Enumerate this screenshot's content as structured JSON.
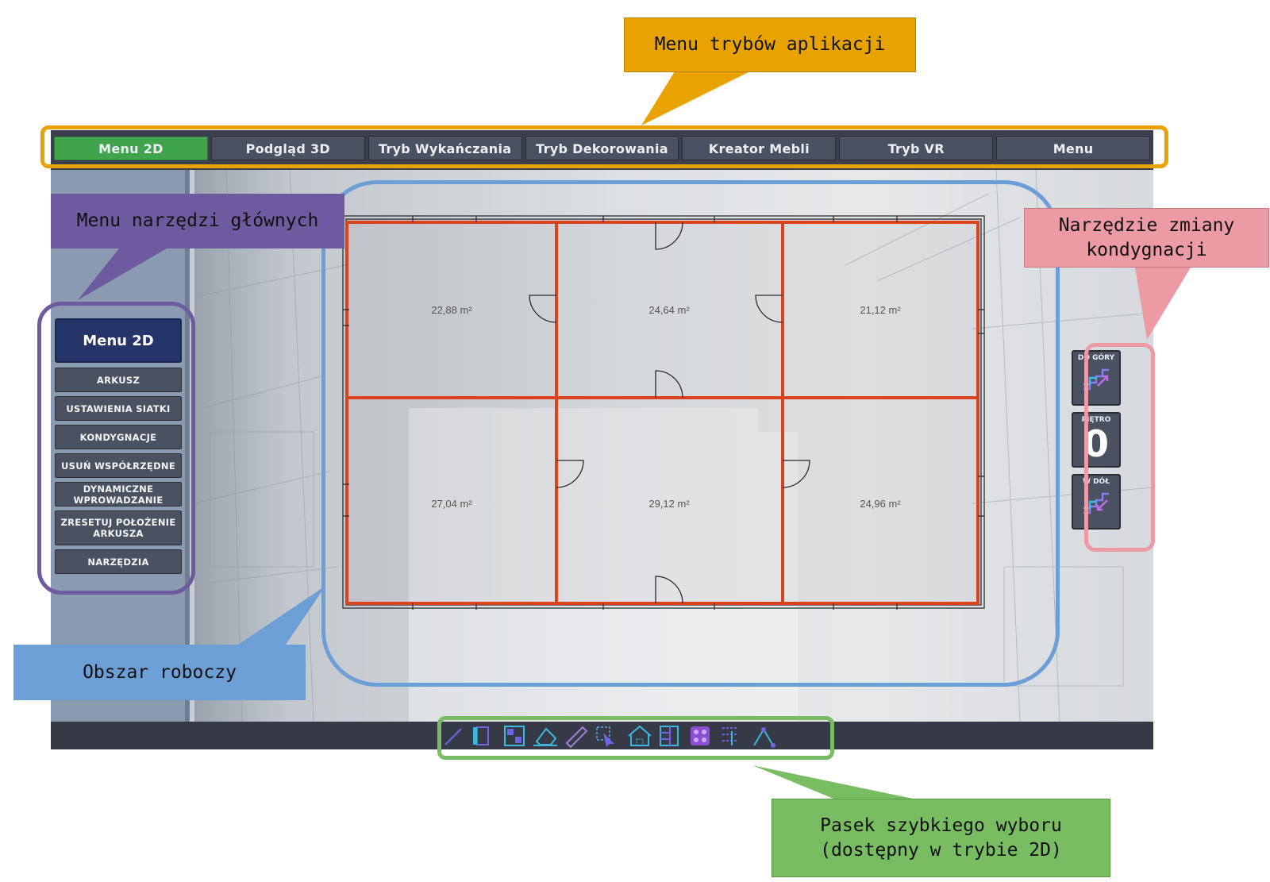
{
  "mode_menu": {
    "items": [
      "Menu 2D",
      "Podgląd 3D",
      "Tryb Wykańczania",
      "Tryb Dekorowania",
      "Kreator Mebli",
      "Tryb VR",
      "Menu"
    ],
    "active_index": 0
  },
  "main_menu": {
    "title": "Menu 2D",
    "items": [
      "Arkusz",
      "Ustawienia siatki",
      "Kondygnacje",
      "Usuń współrzędne",
      "Dynamiczne wprowadzanie",
      "Zresetuj położenie arkusza",
      "Narzędzia"
    ]
  },
  "floor_plan": {
    "rooms": [
      "22,88 m²",
      "24,64 m²",
      "21,12 m²",
      "27,04 m²",
      "29,12 m²",
      "24,96 m²"
    ]
  },
  "floor_tool": {
    "up_label": "Do góry",
    "floor_label": "Piętro",
    "floor_value": "0",
    "down_label": "W dół"
  },
  "quick_bar": {
    "icons": [
      "line-icon",
      "door-icon",
      "window-icon",
      "eraser-icon",
      "ruler-icon",
      "select-icon",
      "house-icon",
      "stairs-icon",
      "grid-icon",
      "dimension-icon",
      "measure-angle-icon"
    ]
  },
  "annotations": {
    "modes_menu": "Menu trybów aplikacji",
    "main_tools": "Menu narzędzi głównych",
    "floor_change": "Narzędzie zmiany kondygnacji",
    "workspace": "Obszar roboczy",
    "quick_bar": "Pasek szybkiego wyboru (dostępny w trybie 2D)"
  },
  "colors": {
    "mode_frame": "#e8a300",
    "main_menu_frame": "#6e5a9e",
    "floor_frame": "#ec9aa4",
    "workspace_frame": "#6c9fd6",
    "quickbar_frame": "#79bd63",
    "wall": "#d9431e",
    "active_mode": "#3fa44b"
  }
}
